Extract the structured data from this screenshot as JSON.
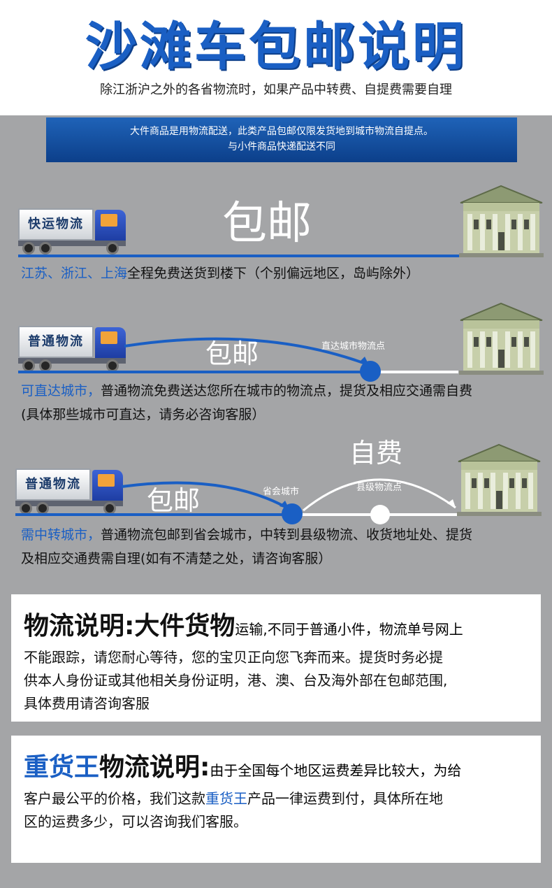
{
  "header": {
    "title": "沙滩车包邮说明",
    "subtitle": "除江浙沪之外的各省物流时，如果产品中转费、自提费需要自理"
  },
  "banner": {
    "line1": "大件商品是用物流配送，此类产品包邮仅限发货地到城市物流自提点。",
    "line2": "与小件商品快递配送不同"
  },
  "section1": {
    "truck_label": "快运物流",
    "big_word": "包邮",
    "desc_blue": "江苏、浙江、上海",
    "desc_rest": "全程免费送货到楼下（个别偏远地区，岛屿除外）"
  },
  "section2": {
    "truck_label": "普通物流",
    "big_word": "包邮",
    "point_label": "直达城市物流点",
    "desc_blue": "可直达城市，",
    "desc_rest": "普通物流免费送达您所在城市的物流点，提货及相应交通需自费",
    "desc_line2": "(具体那些城市可直达，请务必咨询客服）"
  },
  "section3": {
    "truck_label": "普通物流",
    "big_word": "包邮",
    "self_pay": "自费",
    "province_label": "省会城市",
    "county_label": "县级物流点",
    "desc_blue": "需中转城市，",
    "desc_rest": "普通物流包邮到省会城市，中转到县级物流、收货地址处、提货",
    "desc_line2": "及相应交通费需自理(如有不清楚之处，请咨询客服）"
  },
  "panel1": {
    "heading": "物流说明:大件货物",
    "heading_tail": "运输,不同于普通小件，物流单号网上",
    "lines": [
      "不能跟踪，请您耐心等待，您的宝贝正向您飞奔而来。提货时务必提",
      "供本人身份证或其他相关身份证明，港、澳、台及海外部在包邮范围,",
      "具体费用请咨询客服"
    ]
  },
  "panel2": {
    "heading_blue": "重货王",
    "heading_black": "物流说明:",
    "heading_tail": "由于全国每个地区运费差异比较大，为给",
    "line2_a": "客户最公平的价格，我们这款",
    "line2_blue": "重货王",
    "line2_b": "产品一律运费到付，具体所在地",
    "line3": "区的运费多少，可以咨询我们客服。"
  },
  "colors": {
    "accent": "#1a5fc4",
    "background": "#a4a5a7",
    "banner": "#0c3f8a"
  }
}
